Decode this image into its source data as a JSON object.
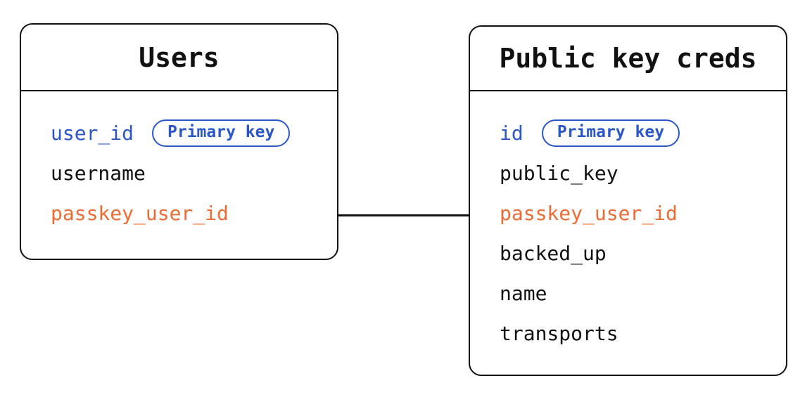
{
  "diagram": {
    "type": "entity-relationship",
    "colors": {
      "primary_key_blue": "#2a56c8",
      "foreign_key_orange": "#ed6c33",
      "stroke": "#111111",
      "background": "#ffffff"
    },
    "relationship": {
      "from_table": "Users",
      "from_field": "passkey_user_id",
      "to_table": "Public key creds",
      "to_field": "passkey_user_id",
      "style": "straight-horizontal-line"
    },
    "tables": [
      {
        "title": "Users",
        "fields": [
          {
            "name": "user_id",
            "role": "primary",
            "badge": "Primary key"
          },
          {
            "name": "username",
            "role": "default"
          },
          {
            "name": "passkey_user_id",
            "role": "foreign"
          }
        ]
      },
      {
        "title": "Public key creds",
        "fields": [
          {
            "name": "id",
            "role": "primary",
            "badge": "Primary key"
          },
          {
            "name": "public_key",
            "role": "default"
          },
          {
            "name": "passkey_user_id",
            "role": "foreign"
          },
          {
            "name": "backed_up",
            "role": "default"
          },
          {
            "name": "name",
            "role": "default"
          },
          {
            "name": "transports",
            "role": "default"
          }
        ]
      }
    ]
  }
}
